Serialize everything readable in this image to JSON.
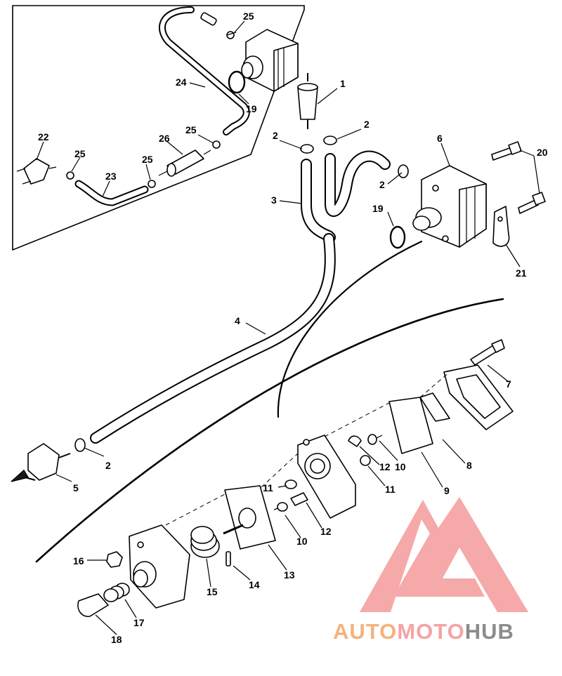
{
  "callouts": [
    {
      "id": "1",
      "label": "1"
    },
    {
      "id": "2a",
      "label": "2"
    },
    {
      "id": "2b",
      "label": "2"
    },
    {
      "id": "2c",
      "label": "2"
    },
    {
      "id": "2d",
      "label": "2"
    },
    {
      "id": "3",
      "label": "3"
    },
    {
      "id": "4",
      "label": "4"
    },
    {
      "id": "5",
      "label": "5"
    },
    {
      "id": "6",
      "label": "6"
    },
    {
      "id": "7",
      "label": "7"
    },
    {
      "id": "8",
      "label": "8"
    },
    {
      "id": "9",
      "label": "9"
    },
    {
      "id": "10a",
      "label": "10"
    },
    {
      "id": "10b",
      "label": "10"
    },
    {
      "id": "11a",
      "label": "11"
    },
    {
      "id": "11b",
      "label": "11"
    },
    {
      "id": "12a",
      "label": "12"
    },
    {
      "id": "12b",
      "label": "12"
    },
    {
      "id": "13",
      "label": "13"
    },
    {
      "id": "14",
      "label": "14"
    },
    {
      "id": "15",
      "label": "15"
    },
    {
      "id": "16",
      "label": "16"
    },
    {
      "id": "17",
      "label": "17"
    },
    {
      "id": "18",
      "label": "18"
    },
    {
      "id": "19a",
      "label": "19"
    },
    {
      "id": "19b",
      "label": "19"
    },
    {
      "id": "20",
      "label": "20"
    },
    {
      "id": "21",
      "label": "21"
    },
    {
      "id": "22",
      "label": "22"
    },
    {
      "id": "23",
      "label": "23"
    },
    {
      "id": "24",
      "label": "24"
    },
    {
      "id": "25a",
      "label": "25"
    },
    {
      "id": "25b",
      "label": "25"
    },
    {
      "id": "25c",
      "label": "25"
    },
    {
      "id": "25d",
      "label": "25"
    },
    {
      "id": "26",
      "label": "26"
    }
  ],
  "watermark": {
    "part1": "AUTO",
    "part2": "MOTO",
    "part3": "HUB",
    "colors": {
      "auto": "#f6b17d",
      "moto": "#f5a3a3",
      "hub": "#8c8c8c",
      "mark": "#f4a0a0"
    }
  }
}
